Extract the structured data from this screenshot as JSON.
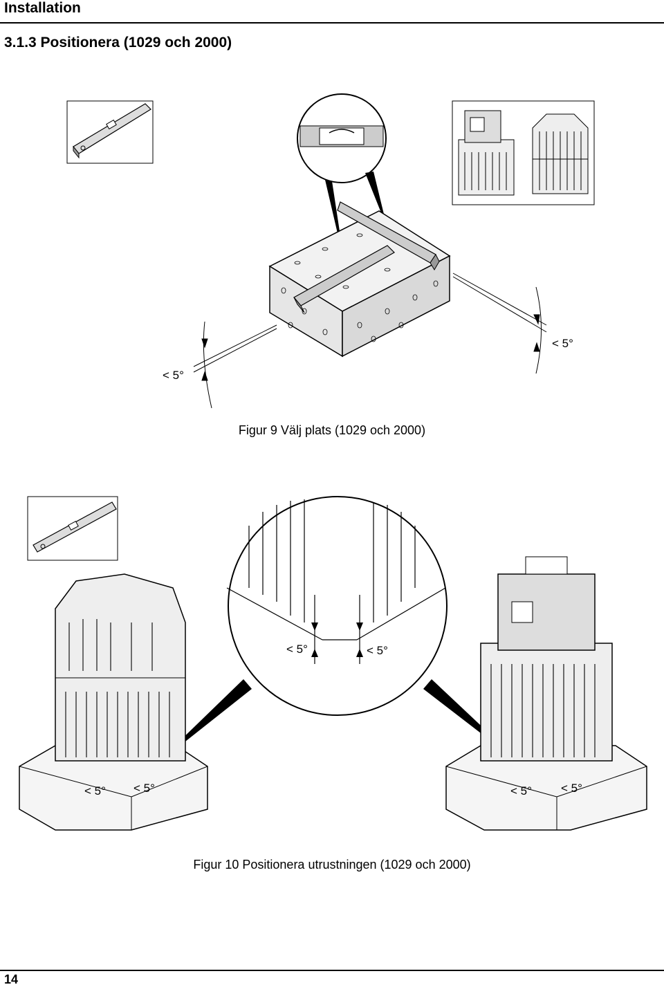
{
  "header": {
    "title": "Installation"
  },
  "section": {
    "title": "3.1.3 Positionera (1029 och 2000)"
  },
  "figure9": {
    "caption": "Figur 9 Välj plats (1029 och 2000)",
    "angle_left": "< 5°",
    "angle_right": "< 5°"
  },
  "figure10": {
    "caption": "Figur 10 Positionera utrustningen (1029 och 2000)",
    "zoom_left": "< 5°",
    "zoom_right": "< 5°",
    "left_unit_a": "< 5°",
    "left_unit_b": "< 5°",
    "right_unit_a": "< 5°",
    "right_unit_b": "< 5°"
  },
  "footer": {
    "page_number": "14"
  }
}
